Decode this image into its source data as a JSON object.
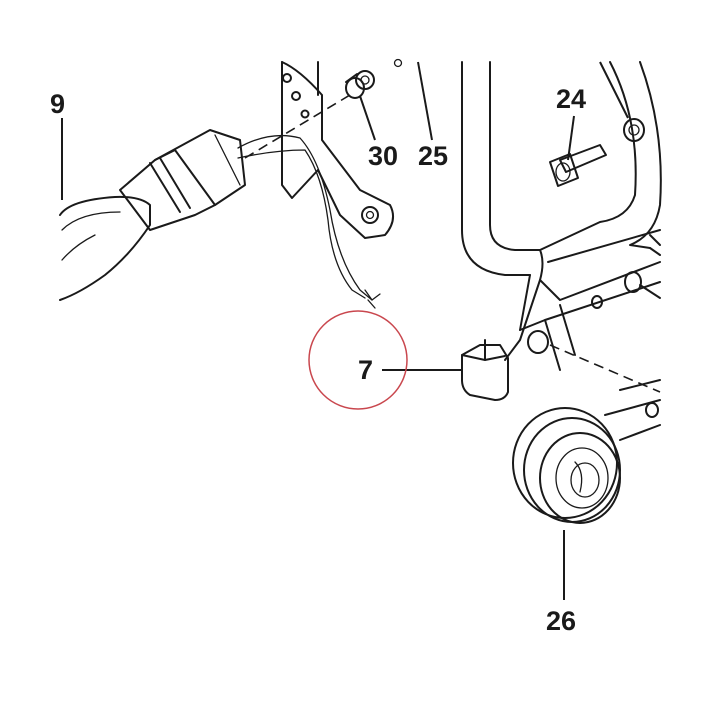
{
  "callouts": {
    "c9": "9",
    "c30": "30",
    "c25": "25",
    "c24": "24",
    "c7": "7",
    "c26": "26"
  },
  "highlight": {
    "target": "7",
    "color": "#c9474e"
  },
  "colors": {
    "line": "#1a1a1a",
    "background": "#ffffff"
  }
}
